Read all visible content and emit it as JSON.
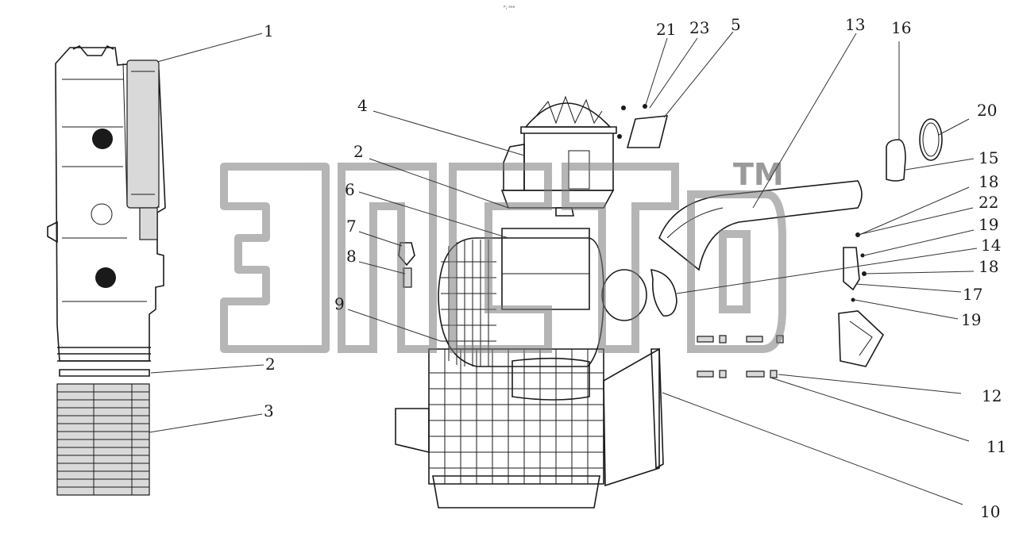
{
  "header": {
    "caption": "ᴾᵢ ᵃᵃᵃ"
  },
  "watermark": {
    "tm": "TM"
  },
  "callouts": [
    {
      "label": "1"
    },
    {
      "label": "2"
    },
    {
      "label": "3"
    },
    {
      "label": "4"
    },
    {
      "label": "2"
    },
    {
      "label": "6"
    },
    {
      "label": "7"
    },
    {
      "label": "8"
    },
    {
      "label": "9"
    },
    {
      "label": "21"
    },
    {
      "label": "23"
    },
    {
      "label": "5"
    },
    {
      "label": "13"
    },
    {
      "label": "16"
    },
    {
      "label": "20"
    },
    {
      "label": "15"
    },
    {
      "label": "18"
    },
    {
      "label": "22"
    },
    {
      "label": "19"
    },
    {
      "label": "14"
    },
    {
      "label": "18"
    },
    {
      "label": "17"
    },
    {
      "label": "19"
    },
    {
      "label": "12"
    },
    {
      "label": "11"
    },
    {
      "label": "10"
    }
  ],
  "colors": {
    "ink": "#1a1a1a",
    "watermark": "#9a9a9a",
    "background": "#ffffff"
  }
}
